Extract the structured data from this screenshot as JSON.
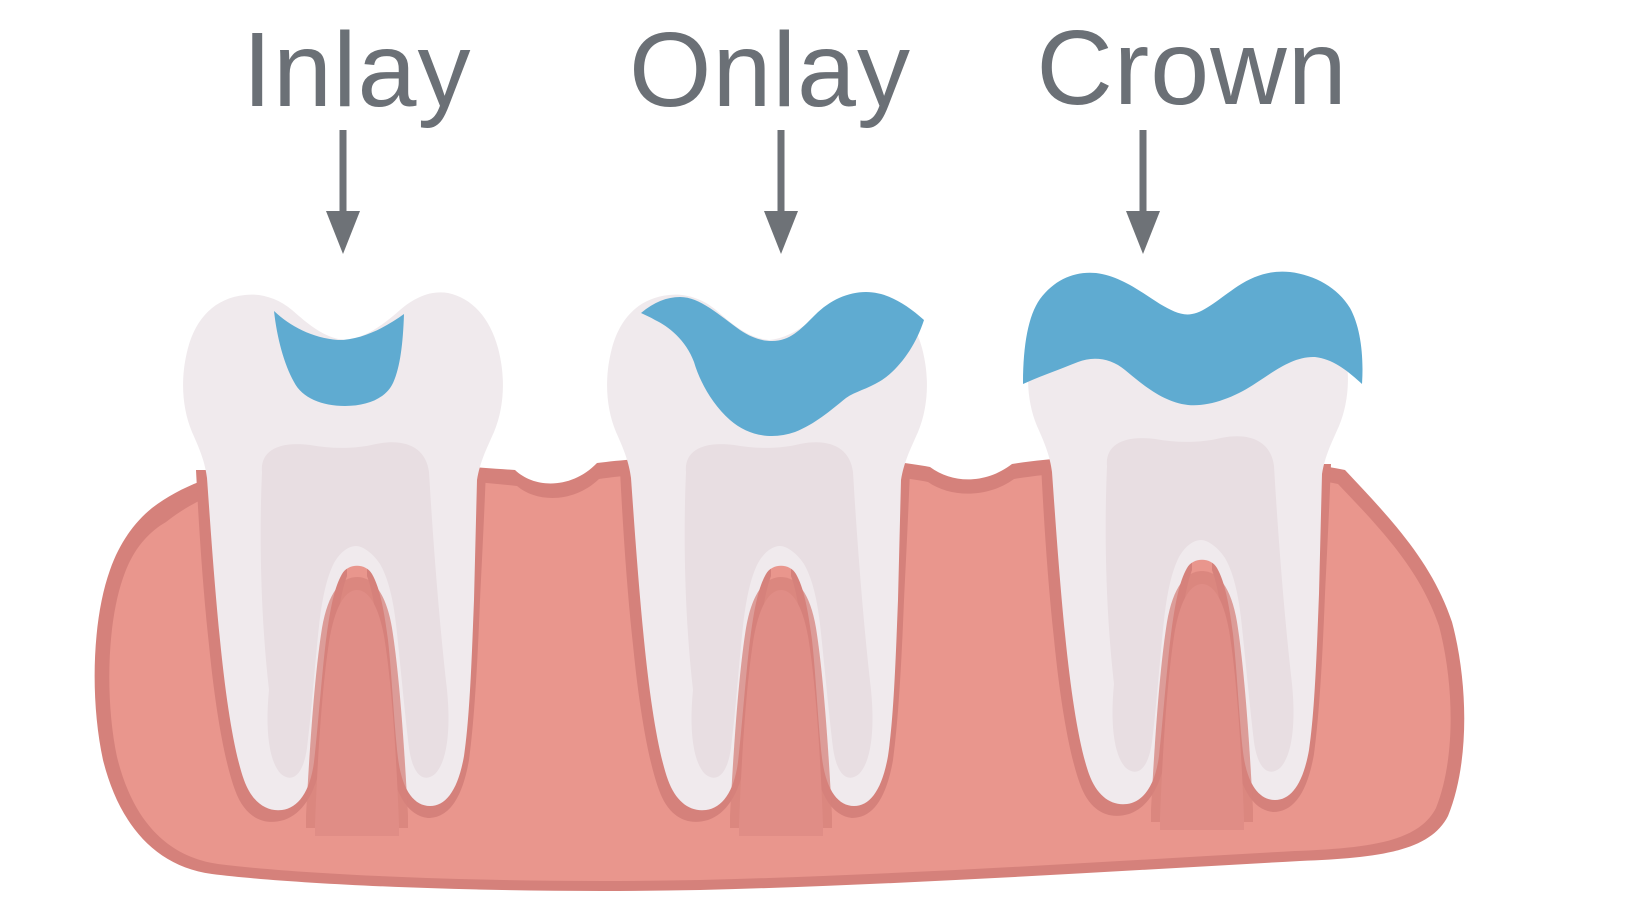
{
  "figure": {
    "type": "dental-restoration-comparison-diagram",
    "background": "#ffffff",
    "labels": [
      {
        "id": "inlay",
        "text": "Inlay"
      },
      {
        "id": "onlay",
        "text": "Onlay"
      },
      {
        "id": "crown",
        "text": "Crown"
      }
    ],
    "teeth": [
      {
        "name": "molar-with-inlay",
        "restoration": "inlay",
        "restoration_coverage": "central groove filling only"
      },
      {
        "name": "molar-with-onlay",
        "restoration": "onlay",
        "restoration_coverage": "central groove plus cusp tops"
      },
      {
        "name": "molar-with-crown",
        "restoration": "crown",
        "restoration_coverage": "full cap over entire crown of tooth"
      }
    ],
    "colors": {
      "label-ink": "#6b7076",
      "arrow": "#6e7277",
      "restoration-blue": "#5fabd1",
      "enamel": "#f0eaed",
      "dentin": "#e8dee2",
      "gum": "#e9968d",
      "gum-shadow": "#d5817b",
      "gum-arch": "#e08d86"
    }
  }
}
